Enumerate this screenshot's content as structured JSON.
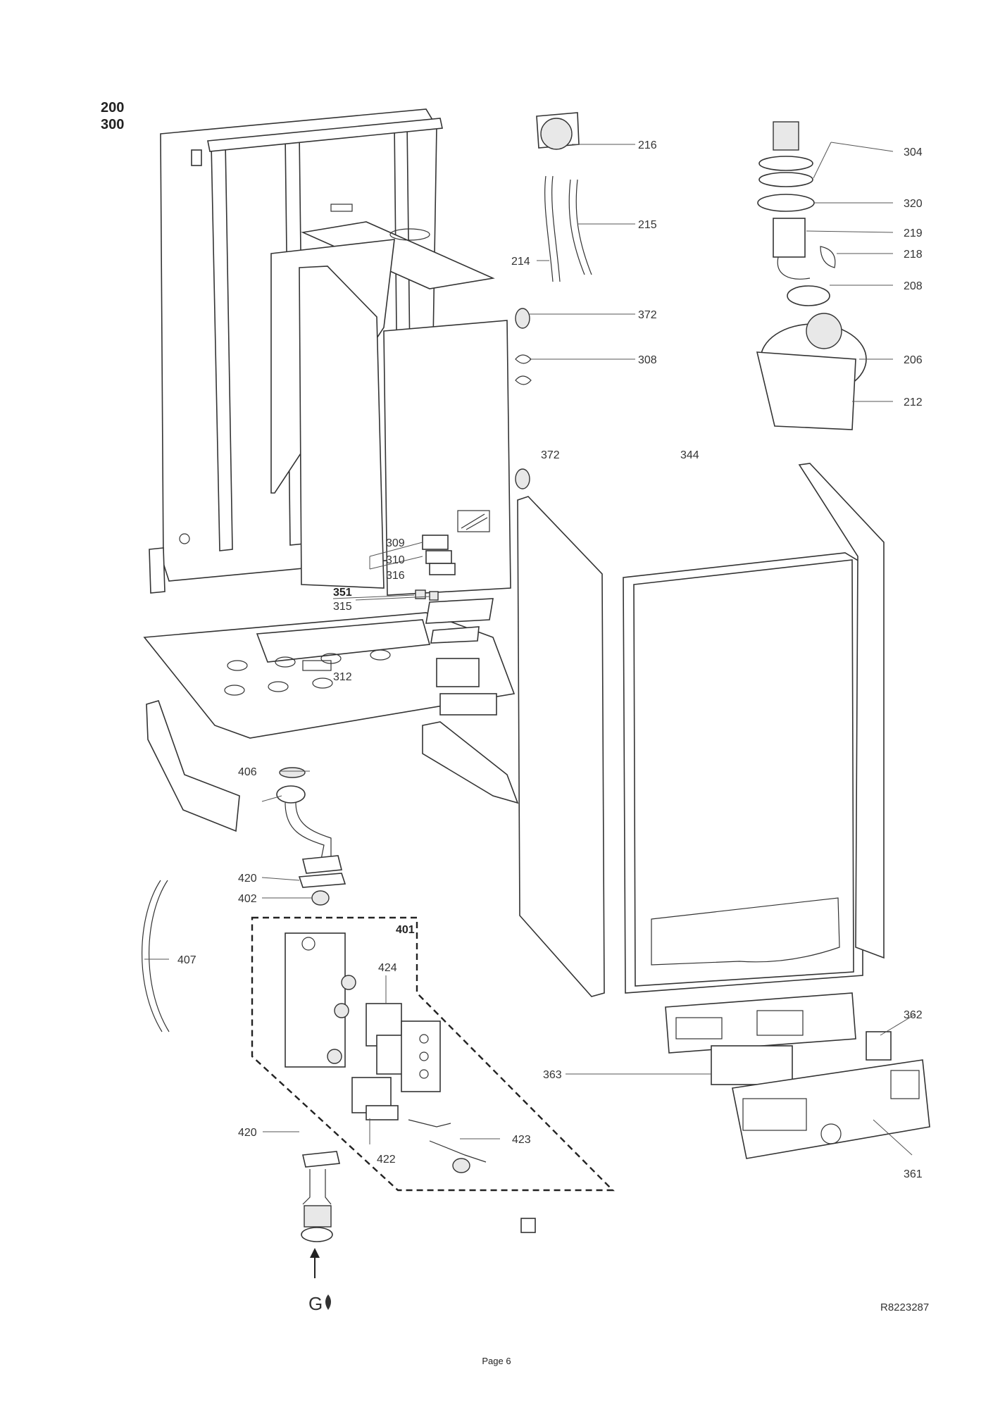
{
  "headings": [
    "200",
    "300"
  ],
  "callouts": {
    "c216": "216",
    "c215": "215",
    "c214": "214",
    "c372a": "372",
    "c308": "308",
    "c372b": "372",
    "c344": "344",
    "c304": "304",
    "c320": "320",
    "c219": "219",
    "c218": "218",
    "c208": "208",
    "c206": "206",
    "c212": "212",
    "c309": "309",
    "c310": "310",
    "c316": "316",
    "c351": "351",
    "c315": "315",
    "c312": "312",
    "c406": "406",
    "c420a": "420",
    "c402": "402",
    "c407": "407",
    "c401": "401",
    "c424": "424",
    "c362": "362",
    "c363": "363",
    "c361": "361",
    "c420b": "420",
    "c422": "422",
    "c423": "423"
  },
  "gas_symbol": "G",
  "reference_code": "R8223287",
  "page_label": "Page 6"
}
